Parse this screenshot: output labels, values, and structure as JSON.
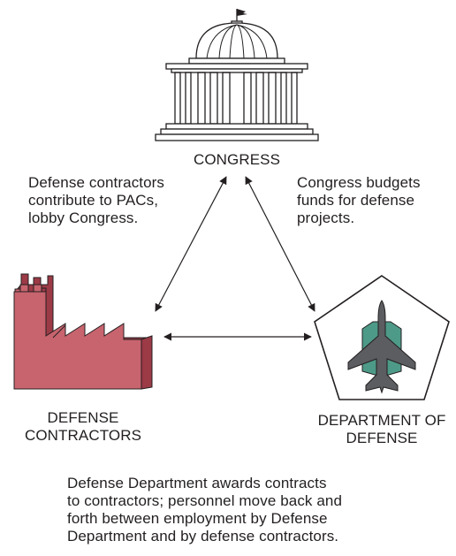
{
  "nodes": {
    "congress": {
      "label": "CONGRESS",
      "icon": "capitol-building-icon"
    },
    "contractors": {
      "label_lines": [
        "DEFENSE",
        "CONTRACTORS"
      ],
      "icon": "factory-icon"
    },
    "dod": {
      "label_lines": [
        "DEPARTMENT OF",
        "DEFENSE"
      ],
      "icon": "fighter-jet-pentagon-icon"
    }
  },
  "annotations": {
    "left": [
      "Defense contractors",
      "contribute to PACs,",
      "lobby Congress."
    ],
    "right": [
      "Congress budgets",
      "funds for defense",
      "projects."
    ],
    "bottom": [
      "Defense Department awards contracts",
      "to contractors; personnel move back and",
      "forth between employment by Defense",
      "Department and by defense contractors."
    ]
  },
  "colors": {
    "factory_fill": "#c8646e",
    "factory_dark": "#9c3a46",
    "jet_body": "#5b5d60",
    "jet_wings": "#4e9a88",
    "line": "#231f20"
  }
}
